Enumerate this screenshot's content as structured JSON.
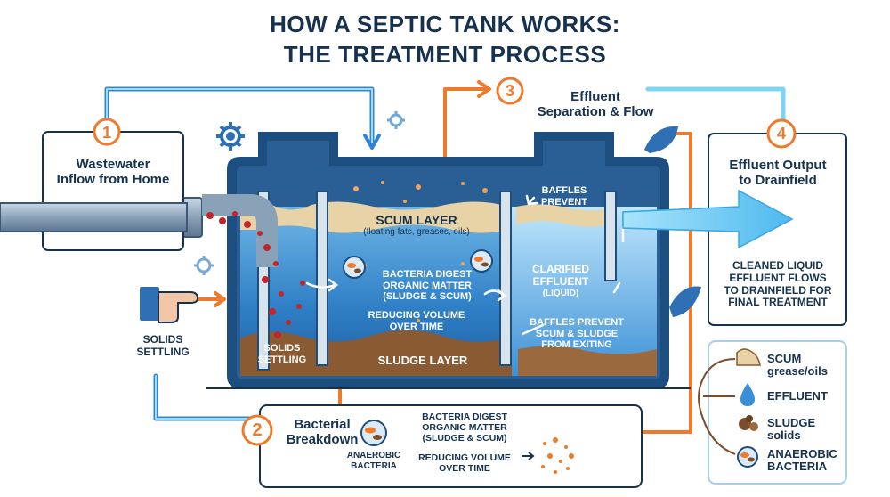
{
  "title": {
    "line1": "HOW A SEPTIC TANK WORKS:",
    "line2": "THE TREATMENT PROCESS"
  },
  "steps": [
    {
      "number": "1",
      "label_line1": "Wastewater",
      "label_line2": "Inflow from Home"
    },
    {
      "number": "2",
      "label_line1": "Bacterial",
      "label_line2": "Breakdown"
    },
    {
      "number": "3",
      "label_line1": "Effluent",
      "label_line2": "Separation & Flow"
    },
    {
      "number": "4",
      "label_line1": "Effluent Output",
      "label_line2": "to Drainfield"
    }
  ],
  "tank": {
    "scum_title": "SCUM LAYER",
    "scum_sub": "(floating fats, greases, oils)",
    "bacteria_l1": "BACTERIA DIGEST",
    "bacteria_l2": "ORGANIC MATTER",
    "bacteria_l3": "(SLUDGE & SCUM)",
    "reducing_l1": "REDUCING VOLUME",
    "reducing_l2": "OVER TIME",
    "sludge_layer": "SLUDGE LAYER",
    "solids_l1": "SOLIDS",
    "solids_l2": "SETTLING",
    "baffles_top_l1": "BAFFLES",
    "baffles_top_l2": "PREVENT",
    "clarified_l1": "CLARIFIED",
    "clarified_l2": "EFFLUENT",
    "clarified_l3": "(LIQUID)",
    "baffles_bottom_l1": "BAFFLES PREVENT",
    "baffles_bottom_l2": "SCUM & SLUDGE",
    "baffles_bottom_l3": "FROM EXITING"
  },
  "solids_settling_outside": {
    "line1": "SOLIDS",
    "line2": "SETTLING"
  },
  "drainfield_note": {
    "line1": "CLEANED LIQUID",
    "line2": "EFFLUENT FLOWS",
    "line3": "TO DRAINFIELD FOR",
    "line4": "FINAL TREATMENT"
  },
  "breakdown_box": {
    "anaerobic_l1": "ANAEROBIC",
    "anaerobic_l2": "BACTERIA",
    "digest_l1": "BACTERIA DIGEST",
    "digest_l2": "ORGANIC MATTER",
    "digest_l3": "(SLUDGE & SCUM)",
    "reducing_l1": "REDUCING VOLUME",
    "reducing_l2": "OVER TIME"
  },
  "legend": [
    {
      "line1": "SCUM",
      "line2": "grease/oils",
      "icon": "scum-icon"
    },
    {
      "line1": "EFFLUENT",
      "line2": "",
      "icon": "water-drop-icon"
    },
    {
      "line1": "SLUDGE",
      "line2": "solids",
      "icon": "sludge-icon"
    },
    {
      "line1": "ANAEROBIC",
      "line2": "BACTERIA",
      "icon": "bacteria-icon"
    }
  ],
  "colors": {
    "navy": "#17324f",
    "orange": "#ee7a2e",
    "blue": "#3b8fd9",
    "light_blue": "#7fd3f5",
    "sludge": "#8a5a32",
    "scum": "#e8d3a6"
  }
}
